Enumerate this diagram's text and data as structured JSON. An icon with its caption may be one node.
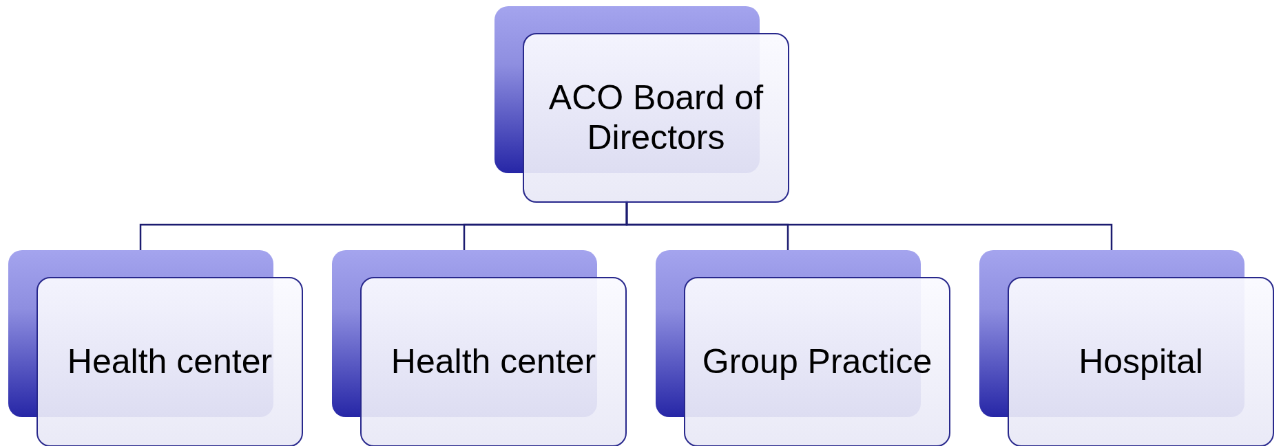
{
  "diagram": {
    "nodes": [
      {
        "text": [
          "ACO Board of Directors"
        ]
      },
      {
        "text": [
          "Health center"
        ]
      },
      {
        "text": [
          "Health center"
        ]
      },
      {
        "text": [
          "Group Practice"
        ]
      },
      {
        "text": [
          "Hospital"
        ]
      }
    ],
    "edges": [
      {
        "from": 0,
        "to": 1,
        "arrow": "none"
      },
      {
        "from": 0,
        "to": 2,
        "arrow": "none"
      },
      {
        "from": 0,
        "to": 3,
        "arrow": "none"
      },
      {
        "from": 0,
        "to": 4,
        "arrow": "none"
      }
    ]
  }
}
